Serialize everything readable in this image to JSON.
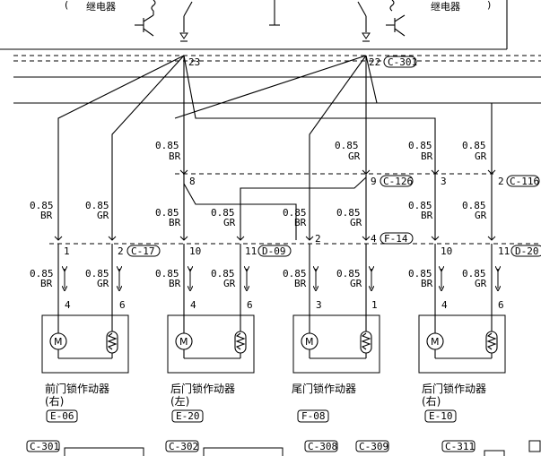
{
  "relay_labels": [
    "继电器",
    "继电器"
  ],
  "connector_top": {
    "left_pin": "23",
    "right_pin": "22",
    "code": "C-301"
  },
  "wire_spec_groups": [
    {
      "size": "0.85",
      "color": "BR"
    },
    {
      "size": "0.85",
      "color": "GR"
    },
    {
      "size": "0.85",
      "color": "BR"
    },
    {
      "size": "0.85",
      "color": "GR"
    },
    {
      "size": "0.85",
      "color": "BR"
    },
    {
      "size": "0.85",
      "color": "GR"
    }
  ],
  "junction_connectors": [
    {
      "code": "C-126",
      "pins": [
        "8",
        "9"
      ]
    },
    {
      "code": "C-116",
      "pins": [
        "3",
        "2"
      ]
    }
  ],
  "mid_connectors": [
    {
      "code": "C-17",
      "pins": [
        "1",
        "2"
      ]
    },
    {
      "code": "D-09",
      "pins": [
        "10",
        "11"
      ]
    },
    {
      "code": "F-14",
      "pins": [
        "2",
        "4"
      ]
    },
    {
      "code": "D-20",
      "pins": [
        "10",
        "11"
      ]
    }
  ],
  "actuators": [
    {
      "name": "前门锁作动器",
      "side": "(右)",
      "code": "E-06",
      "pins": [
        "4",
        "6"
      ]
    },
    {
      "name": "后门锁作动器",
      "side": "(左)",
      "code": "E-20",
      "pins": [
        "4",
        "6"
      ]
    },
    {
      "name": "尾门锁作动器",
      "side": "",
      "code": "F-08",
      "pins": [
        "3",
        "1"
      ]
    },
    {
      "name": "后门锁作动器",
      "side": "(右)",
      "code": "E-10",
      "pins": [
        "4",
        "6"
      ]
    }
  ],
  "bottom_connectors": [
    "C-301",
    "C-302",
    "C-308",
    "C-309",
    "C-311"
  ],
  "icons": [
    "motor-icon",
    "coil-icon",
    "transistor-icon",
    "ground-icon"
  ]
}
